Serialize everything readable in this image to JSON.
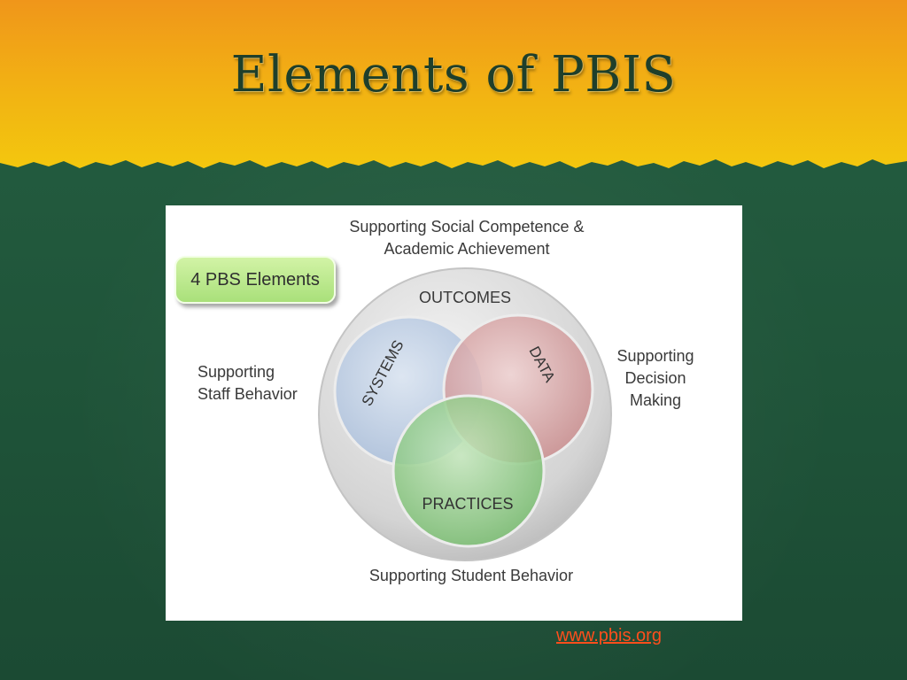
{
  "slide": {
    "title": "Elements of PBIS",
    "source_link": "www.pbis.org"
  },
  "diagram": {
    "badge": "4 PBS Elements",
    "top_label": [
      "Supporting Social Competence &",
      "Academic Achievement"
    ],
    "left_label": [
      "Supporting",
      "Staff Behavior"
    ],
    "right_label": [
      "Supporting",
      "Decision",
      "Making"
    ],
    "bottom_label": "Supporting Student Behavior",
    "outer_circle_label": "OUTCOMES",
    "circles": {
      "systems": "SYSTEMS",
      "data": "DATA",
      "practices": "PRACTICES"
    }
  },
  "colors": {
    "title_band_top": "#f0961a",
    "title_band_bottom": "#f2c20e",
    "systems_fill": "#aabedb",
    "data_fill": "#c98788",
    "practices_fill": "#79bd70",
    "link": "#ff4e1c"
  }
}
